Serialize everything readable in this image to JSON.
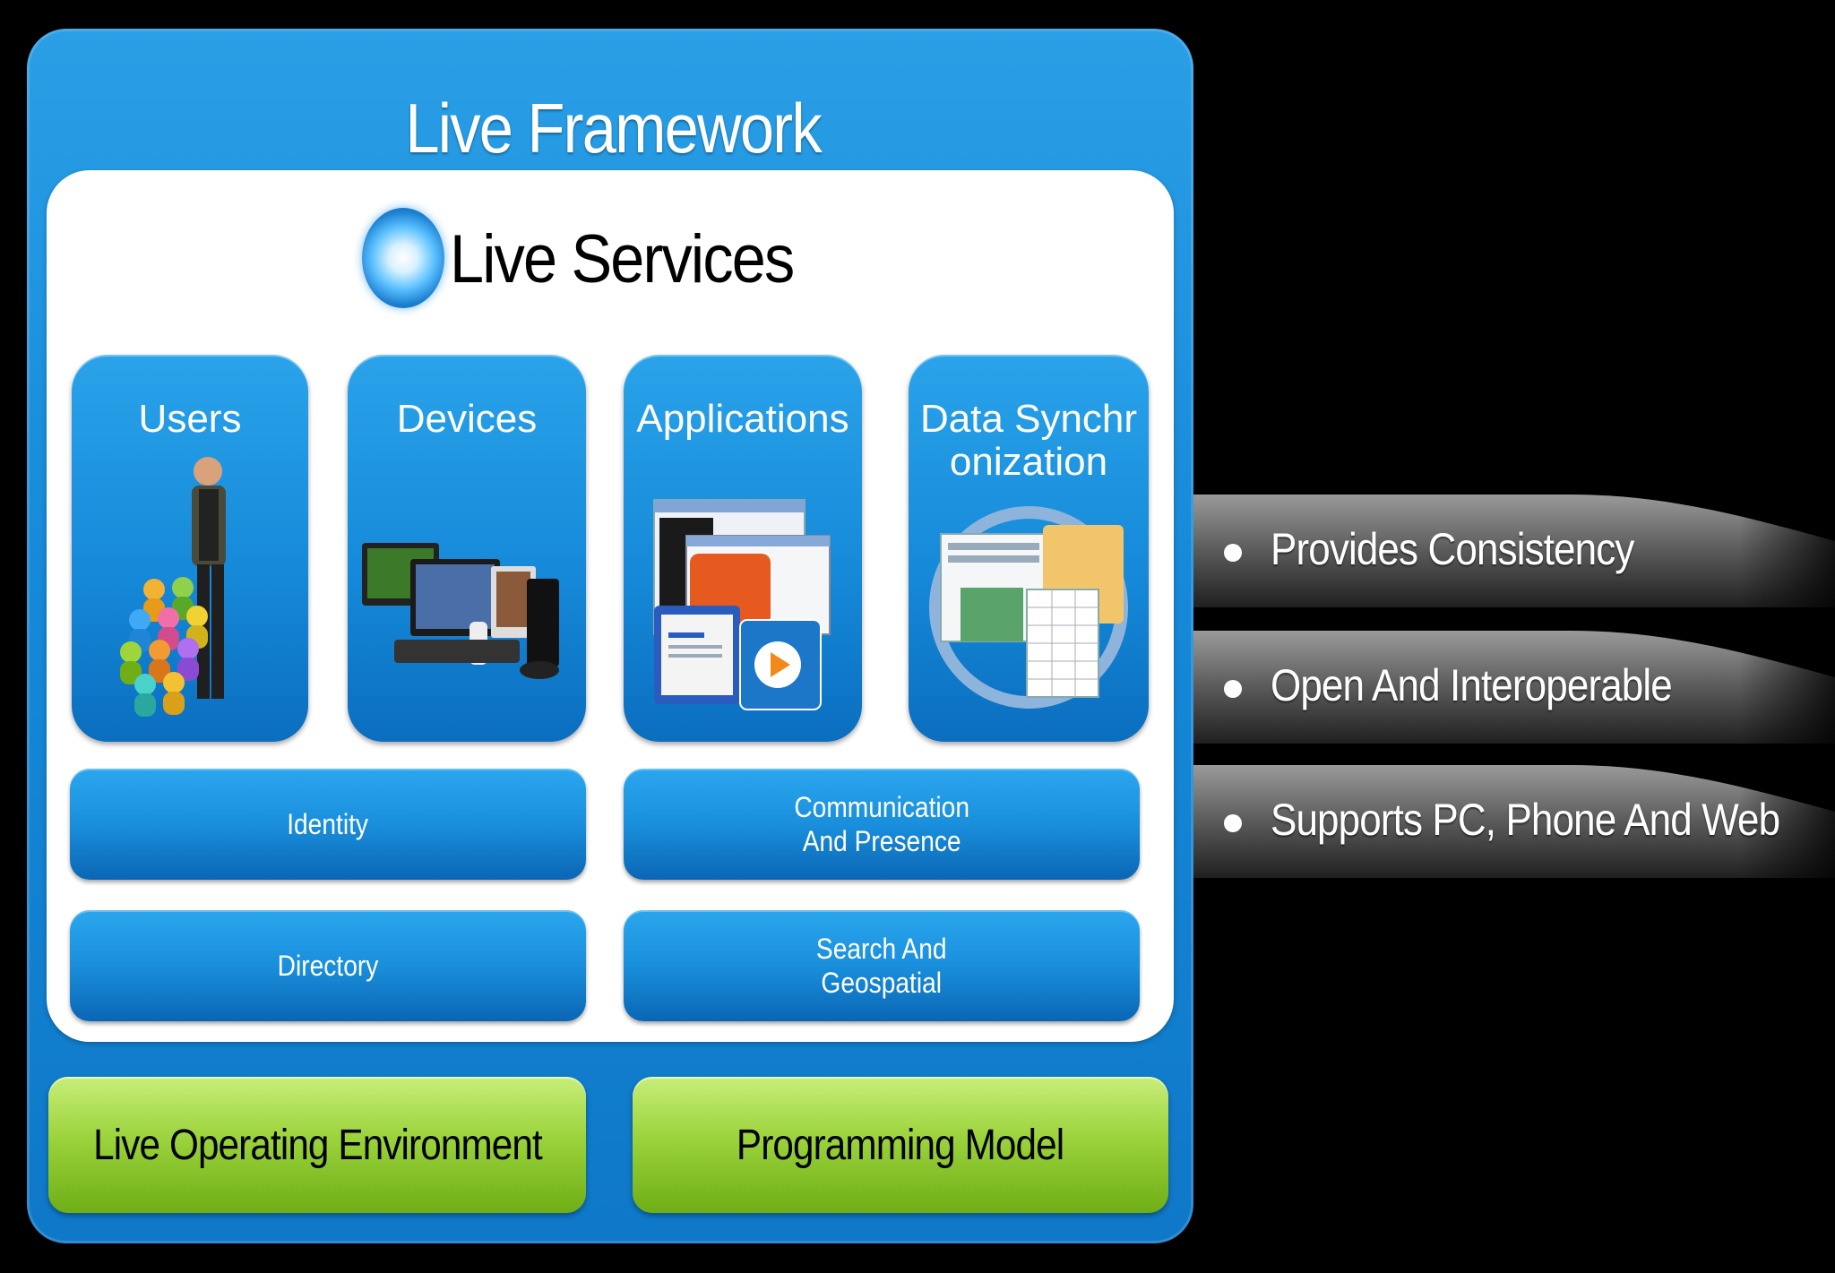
{
  "framework": {
    "title": "Live Framework"
  },
  "services": {
    "title": "Live Services"
  },
  "tiles": [
    {
      "label": "Users",
      "art": "users-group-icon"
    },
    {
      "label": "Devices",
      "art": "devices-icon"
    },
    {
      "label": "Applications",
      "art": "applications-icon"
    },
    {
      "label": "Data Synchronization",
      "art": "data-sync-icon"
    }
  ],
  "bars": {
    "identity": "Identity",
    "communication": "Communication\nAnd Presence",
    "directory": "Directory",
    "search": "Search And\nGeospatial"
  },
  "foundation": {
    "operating_environment": "Live Operating Environment",
    "programming_model": "Programming Model"
  },
  "features": [
    "Provides Consistency",
    "Open And Interoperable",
    "Supports PC, Phone And Web"
  ],
  "colors": {
    "frame_blue": "#1689d8",
    "panel_white": "#ffffff",
    "foundation_green": "#9bd33c",
    "background": "#000000"
  }
}
